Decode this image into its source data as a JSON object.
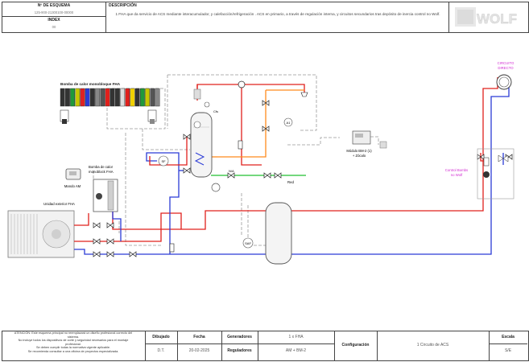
{
  "header": {
    "schema_label": "Nº DE ESQUEMA",
    "schema_value": "125-900-21300100-00000",
    "index_label": "INDEX",
    "index_value": "00",
    "description_label": "DESCRIPCIÓN",
    "description_text": "1 FHA que da servicio de ACS mediante interacumulador, y calefacción/refrigeración . ACS en primario, a través de regulación interna, y circuitos secundarios tras depósito de inercia control no Wolf.",
    "logo_text": "WOLF"
  },
  "diagram": {
    "heat_pump_bus_title": "Bomba de calor monobloque FHA",
    "outdoor_unit_label": "Unidad exterior FHA",
    "remote_label": "Mando AM",
    "pump_label_1": "Bomba de calor",
    "pump_label_2": "monoblock FHA",
    "cfs_label": "Cfs",
    "a1_label": "A1",
    "red_label": "Red",
    "na_label": "N/A",
    "sf_label": "SF",
    "saf_label": "SAF",
    "module_label_1": "Módulo BM-2 (1)",
    "module_label_2": "+ Zócalo",
    "direct_circuit_1": "CIRCUITO",
    "direct_circuit_2": "DIRECTO",
    "control_1": "Control Bombs",
    "control_2": "no Wolf"
  },
  "footer": {
    "notice_lines": [
      "ATENCIÓN: Este esquema principal no reemplazará un diseño profesional correcto del",
      "sistema.",
      "No incluye todos los dispositivos de corte y seguridad necesarios para el montaje",
      "profesional.",
      "Se deben cumplir todas la normativa vigente aplicable.",
      "Se recomienda consultar a una oficina de proyectos especializada."
    ],
    "drawn_label": "Dibujado",
    "drawn_value": "D.T.",
    "date_label": "Fecha",
    "date_value": "20-02-2025",
    "generators_label": "Generadores",
    "generators_value": "1 x FHA",
    "regulators_label": "Reguladores",
    "regulators_value": "AM + BM-2",
    "config_label": "Configuración",
    "config_value": "1 Circuito de ACS",
    "scale_label": "Escala",
    "scale_value": "S/E"
  },
  "colors": {
    "hot": "#e0201c",
    "cold": "#2b3bd6",
    "dhw": "#ff8a1c",
    "water": "#20c030",
    "magenta": "#d22bd2",
    "frame": "#444444"
  }
}
